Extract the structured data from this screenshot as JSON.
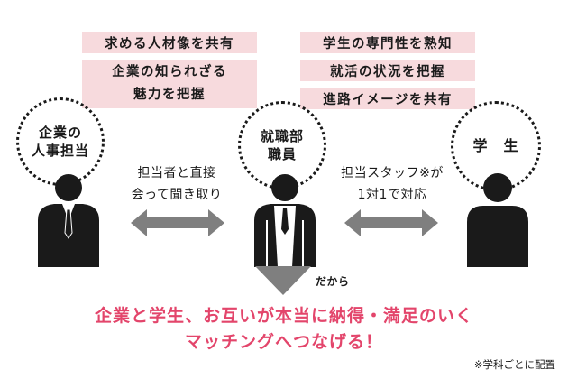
{
  "colors": {
    "pink_bg": "#f7dadd",
    "arrow_gray": "#7f7f7f",
    "accent_red": "#e3456b",
    "dark": "#1a1a1a"
  },
  "info_boxes": {
    "left": [
      "求める人材像を共有",
      "企業の知られざる",
      "魅力を把握"
    ],
    "right": [
      "学生の専門性を熟知",
      "就活の状況を把握",
      "進路イメージを共有"
    ]
  },
  "parties": {
    "company": {
      "line1": "企業の",
      "line2": "人事担当",
      "icon": "business-person-icon"
    },
    "staff": {
      "line1": "就職部",
      "line2": "職員",
      "icon": "staff-person-icon"
    },
    "student": {
      "line1": "学　生",
      "icon": "student-person-icon"
    }
  },
  "links": {
    "left": {
      "line1": "担当者と直接",
      "line2": "会って聞き取り",
      "icon": "double-arrow-icon"
    },
    "right": {
      "line1": "担当スタッフ※が",
      "line2": "1対1で対応",
      "icon": "double-arrow-icon"
    }
  },
  "result": {
    "connector": "だから",
    "icon": "down-triangle-icon",
    "line1": "企業と学生、お互いが本当に納得・満足のいく",
    "line2": "マッチングへつなげる！"
  },
  "footnote": "※学科ごとに配置"
}
